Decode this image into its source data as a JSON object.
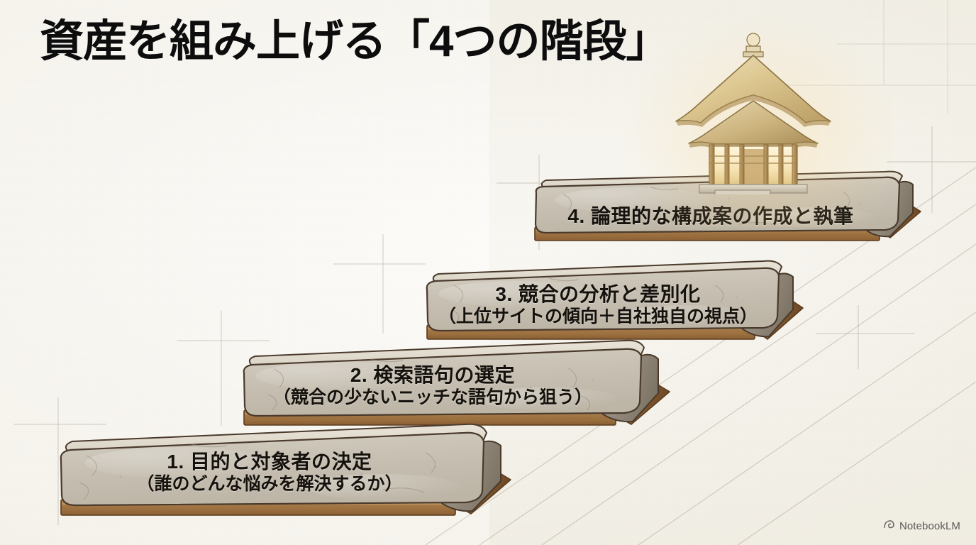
{
  "slide": {
    "title": "資産を組み上げる「4つの階段」",
    "background_color": "#f9f7f2",
    "panel_color": "#f1eee4",
    "stone_color": "#c9c2b5",
    "stone_top_color": "#ded8cb",
    "stone_side_color": "#8f8578",
    "wood_color": "#a97c4a",
    "wood_dark_color": "#7d5630",
    "outline_color": "#4a3a2c",
    "pagoda_gold": "#d9bd83",
    "title_color": "#0d0d0d",
    "text_color": "#15110c"
  },
  "steps": [
    {
      "number": "1.",
      "main": "1. 目的と対象者の決定",
      "sub": "（誰のどんな悩みを解決するか）",
      "level": 1
    },
    {
      "number": "2.",
      "main": "2. 検索語句の選定",
      "sub": "（競合の少ないニッチな語句から狙う）",
      "level": 2
    },
    {
      "number": "3.",
      "main": "3. 競合の分析と差別化",
      "sub": "（上位サイトの傾向＋自社独自の視点）",
      "level": 3
    },
    {
      "number": "4.",
      "main": "4. 論理的な構成案の作成と執筆",
      "sub": "",
      "level": 4
    }
  ],
  "pagoda": {
    "name": "japanese-temple-pavilion",
    "description": "金色の日本建築の堂"
  },
  "watermark": {
    "label": "NotebookLM",
    "icon": "notebooklm-spiral-icon"
  }
}
